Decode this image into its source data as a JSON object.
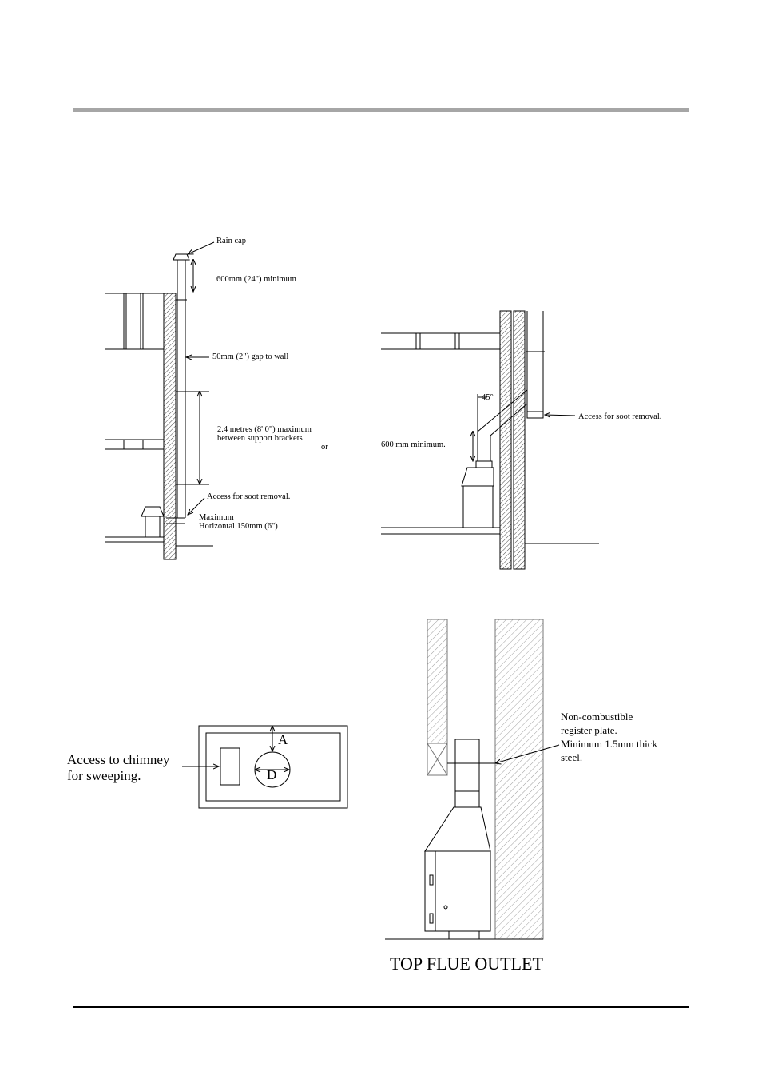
{
  "colors": {
    "header_bar": "#a6a6a6",
    "line": "#000000"
  },
  "diagram1": {
    "rain_cap": "Rain cap",
    "min_height": "600mm (24\") minimum",
    "gap_to_wall": "50mm (2\") gap to wall",
    "bracket_line1": "2.4 metres (8' 0\") maximum",
    "bracket_line2": "between support brackets",
    "or": "or",
    "soot_access": "Access for soot removal.",
    "horizontal_line1": "Maximum",
    "horizontal_line2": "Horizontal 150mm (6\")"
  },
  "diagram2": {
    "angle": "45°",
    "min_height": "600 mm minimum.",
    "soot_access": "Access for soot removal."
  },
  "diagram3": {
    "access_line1": "Access to chimney",
    "access_line2": "for sweeping.",
    "label_a": "A",
    "label_d": "D"
  },
  "diagram4": {
    "plate_line1": "Non-combustible",
    "plate_line2": "register plate.",
    "plate_line3": "Minimum 1.5mm thick",
    "plate_line4": "steel.",
    "title": "TOP FLUE OUTLET"
  }
}
